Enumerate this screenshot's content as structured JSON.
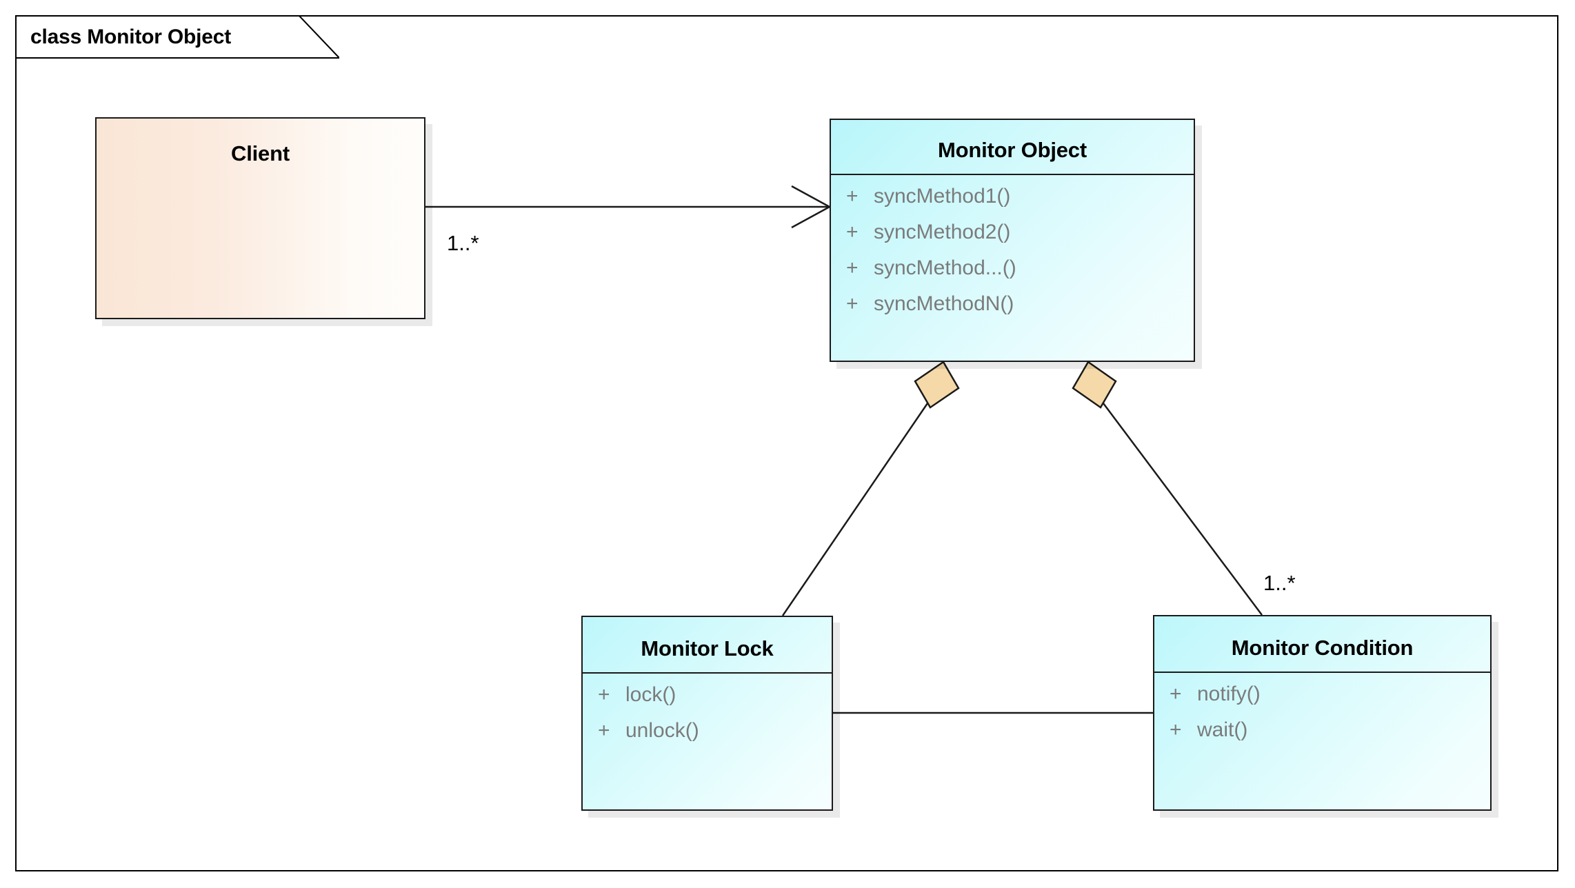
{
  "diagram": {
    "title": "class Monitor Object",
    "kind": "uml-class-diagram",
    "colors": {
      "client_fill_start": "#fae6d6",
      "client_fill_end": "#fffdfb",
      "class_fill_start": "#b8f6fb",
      "class_fill_end": "#f4fefe",
      "aggregation_diamond_fill": "#f5d9a8",
      "border": "#1a1a1a",
      "member_text": "#7b7b7b",
      "title_text": "#000000",
      "connector": "#1a1a1a",
      "canvas": "#ffffff"
    }
  },
  "classes": {
    "client": {
      "name": "Client",
      "members": []
    },
    "monitor_object": {
      "name": "Monitor Object",
      "members": [
        {
          "visibility": "+",
          "signature": "syncMethod1()"
        },
        {
          "visibility": "+",
          "signature": "syncMethod2()"
        },
        {
          "visibility": "+",
          "signature": "syncMethod...()"
        },
        {
          "visibility": "+",
          "signature": "syncMethodN()"
        }
      ]
    },
    "monitor_lock": {
      "name": "Monitor Lock",
      "members": [
        {
          "visibility": "+",
          "signature": "lock()"
        },
        {
          "visibility": "+",
          "signature": "unlock()"
        }
      ]
    },
    "monitor_condition": {
      "name": "Monitor Condition",
      "members": [
        {
          "visibility": "+",
          "signature": "notify()"
        },
        {
          "visibility": "+",
          "signature": "wait()"
        }
      ]
    }
  },
  "relationships": [
    {
      "id": "client-uses-monitor-object",
      "from": "Client",
      "to": "Monitor Object",
      "type": "association",
      "arrow": "open-arrowhead",
      "multiplicity": "1..*"
    },
    {
      "id": "monitor-object-has-lock",
      "from": "Monitor Object",
      "to": "Monitor Lock",
      "type": "aggregation",
      "arrow": "hollow-diamond-at-whole",
      "multiplicity": ""
    },
    {
      "id": "monitor-object-has-condition",
      "from": "Monitor Object",
      "to": "Monitor Condition",
      "type": "aggregation",
      "arrow": "hollow-diamond-at-whole",
      "multiplicity": "1..*"
    },
    {
      "id": "lock-condition-link",
      "from": "Monitor Lock",
      "to": "Monitor Condition",
      "type": "association",
      "arrow": "none",
      "multiplicity": ""
    }
  ]
}
